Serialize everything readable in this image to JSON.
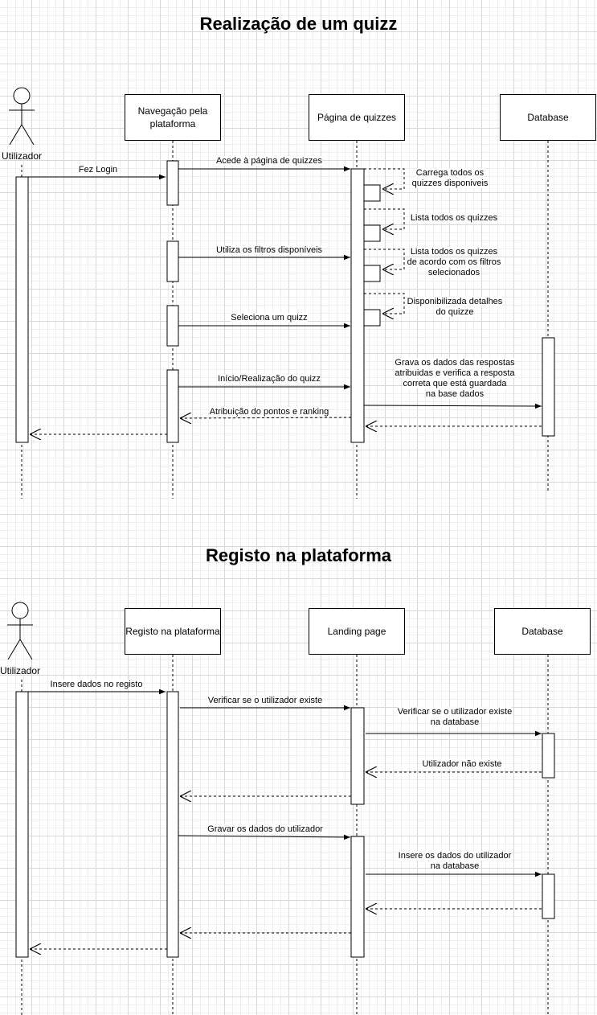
{
  "diagram1": {
    "title": "Realização de um quizz",
    "actor": "Utilizador",
    "participants": [
      "Navegação pela\nplataforma",
      "Página de quizzes",
      "Database"
    ],
    "messages": {
      "m1": "Fez Login",
      "m2": "Acede à página de quizzes",
      "m3": "Carrega todos os\nquizzes disponiveis",
      "m4": "Lista todos os quizzes",
      "m5": "Utiliza os filtros disponíveis",
      "m6": "Lista todos os quizzes\nde acordo com os filtros\nselecionados",
      "m7": "Seleciona um quizz",
      "m8": "Disponibilizada detalhes\ndo quizze",
      "m9": "Início/Realização do quizz",
      "m10": "Grava os dados das respostas\natribuidas e verifica a resposta\ncorreta que está guardada\nna base dados",
      "m11": "Atribuição do pontos e ranking"
    }
  },
  "diagram2": {
    "title": "Registo na plataforma",
    "actor": "Utilizador",
    "participants": [
      "Registo na plataforma",
      "Landing page",
      "Database"
    ],
    "messages": {
      "m1": "Insere dados no registo",
      "m2": "Verificar se o utilizador existe",
      "m3": "Verificar se o utilizador existe\nna database",
      "m4": "Utilizador não existe",
      "m5": "Gravar os dados do utilizador",
      "m6": "Insere os dados do utilizador\nna database"
    }
  }
}
